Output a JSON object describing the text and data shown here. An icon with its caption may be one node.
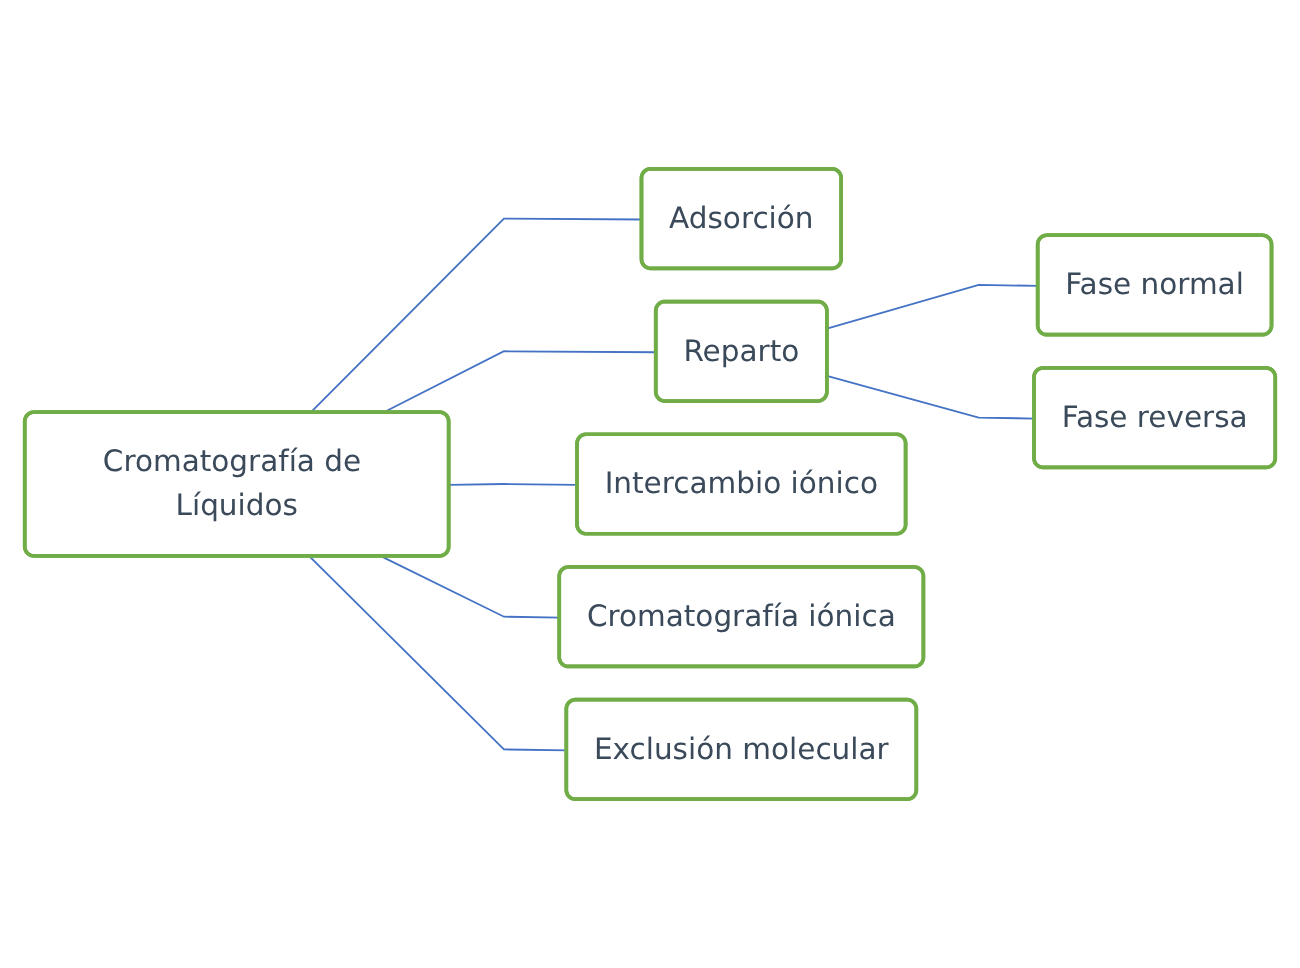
{
  "diagram": {
    "nodes": [
      {
        "text": [
          "Cromatografía de Líquidos"
        ]
      },
      {
        "text": [
          "Adsorción"
        ]
      },
      {
        "text": [
          "Reparto"
        ]
      },
      {
        "text": [
          "Fase normal"
        ]
      },
      {
        "text": [
          "Fase reversa"
        ]
      },
      {
        "text": [
          "Intercambio iónico"
        ]
      },
      {
        "text": [
          "Cromatografía iónica"
        ]
      },
      {
        "text": [
          "Exclusión molecular"
        ]
      }
    ],
    "edges": [
      {
        "from": 0,
        "to": 1,
        "arrow": "none"
      },
      {
        "from": 0,
        "to": 2,
        "arrow": "none"
      },
      {
        "from": 0,
        "to": 5,
        "arrow": "none"
      },
      {
        "from": 0,
        "to": 6,
        "arrow": "none"
      },
      {
        "from": 0,
        "to": 7,
        "arrow": "none"
      },
      {
        "from": 2,
        "to": 3,
        "arrow": "none"
      },
      {
        "from": 2,
        "to": 4,
        "arrow": "none"
      }
    ]
  }
}
